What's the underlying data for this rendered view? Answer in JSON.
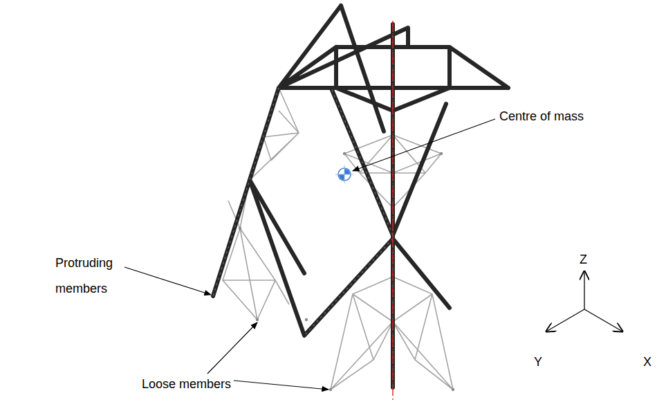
{
  "diagram": {
    "labels": [
      "Centre of mass",
      "Protruding members",
      "Loose members",
      "Z",
      "Y",
      "X"
    ]
  }
}
